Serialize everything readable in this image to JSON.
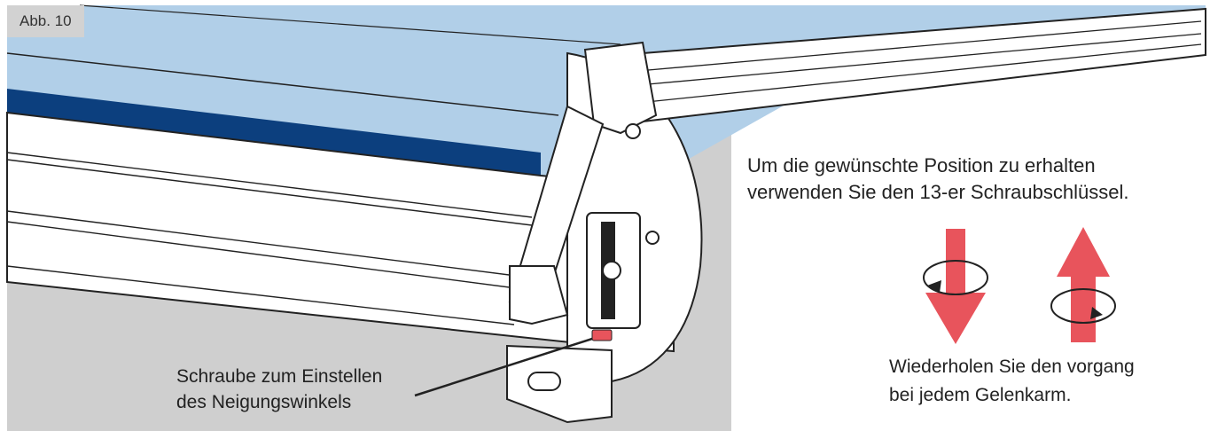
{
  "figure_label": "Abb. 10",
  "instruction": {
    "line1": "Um die gewünschte Position zu erhalten",
    "line2": "verwenden Sie den 13-er Schraubschlüssel."
  },
  "repeat_note": {
    "line1": "Wiederholen Sie den vorgang",
    "line2": "bei jedem Gelenkarm."
  },
  "screw_callout": {
    "line1": "Schraube zum Einstellen",
    "line2": "des Neigungswinkels"
  },
  "colors": {
    "panel_gray": "#cfcfcf",
    "fabric_blue": "#b1cfe8",
    "valance_navy": "#0c3f7e",
    "arrow_red": "#e8545c",
    "line_dark": "#222222"
  },
  "icons": {
    "down_arrow": "arrow-down-rotate-clockwise-icon",
    "up_arrow": "arrow-up-rotate-counterclockwise-icon"
  }
}
